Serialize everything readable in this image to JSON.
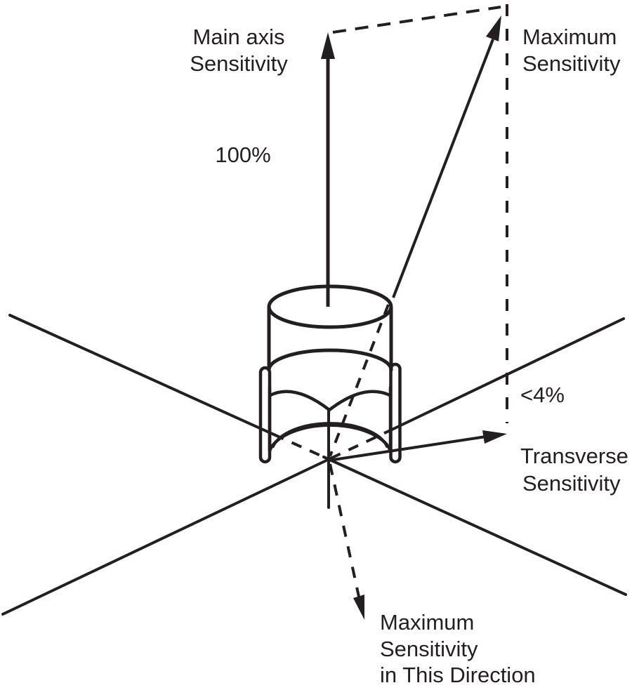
{
  "diagram": {
    "description": "Accelerometer sensitivity axes diagram: cylinder transducer on hex-nut base with sensitivity vectors",
    "labels": {
      "main_axis_line1": "Main axis",
      "main_axis_line2": "Sensitivity",
      "main_axis_value": "100%",
      "maximum_line1": "Maximum",
      "maximum_line2": "Sensitivity",
      "transverse_value": "<4%",
      "transverse_line1": "Transverse",
      "transverse_line2": "Sensitivity",
      "max_direction_line1": "Maximum",
      "max_direction_line2": "Sensitivity",
      "max_direction_line3": "in This Direction"
    },
    "colors": {
      "ink": "#231f20",
      "background": "#ffffff"
    }
  }
}
